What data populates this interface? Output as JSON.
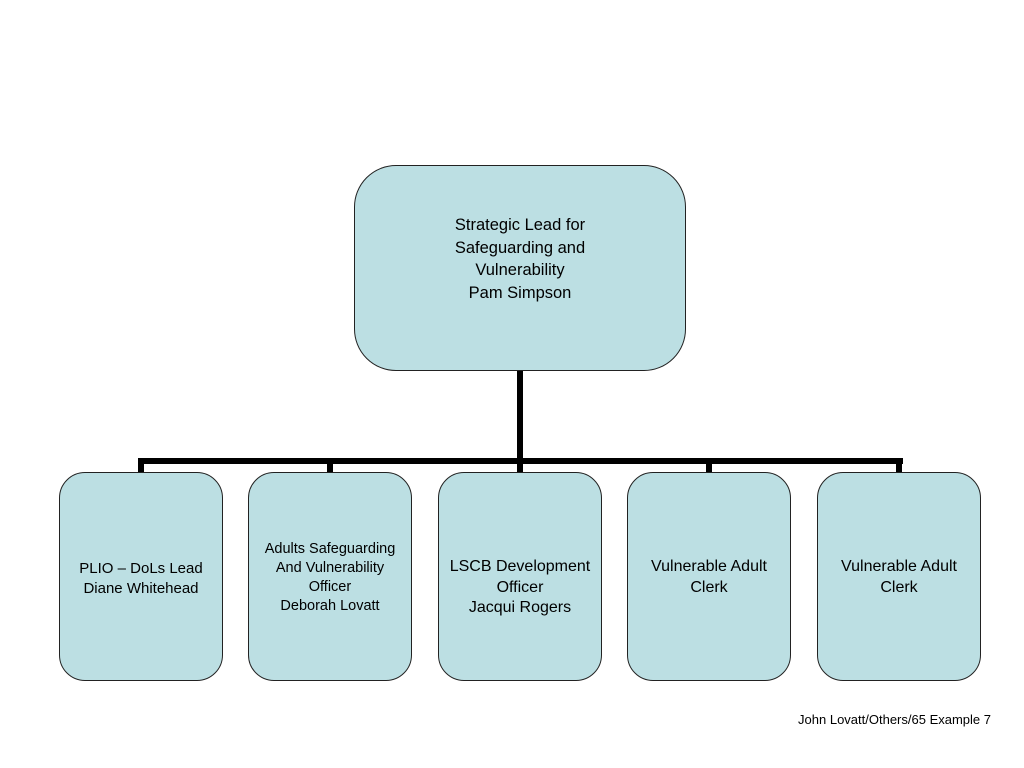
{
  "chart": {
    "root": {
      "label": "Strategic Lead for\nSafeguarding and\nVulnerability\nPam Simpson"
    },
    "children": [
      {
        "label": "PLIO – DoLs Lead\nDiane Whitehead"
      },
      {
        "label": "Adults Safeguarding\nAnd Vulnerability\nOfficer\nDeborah Lovatt"
      },
      {
        "label": "LSCB Development\nOfficer\nJacqui Rogers"
      },
      {
        "label": "Vulnerable Adult\nClerk"
      },
      {
        "label": "Vulnerable Adult\nClerk"
      }
    ]
  },
  "footer": {
    "text": "John Lovatt/Others/65 Example 7"
  },
  "colors": {
    "box_fill": "#bcdfe3",
    "box_border": "#222222",
    "connector": "#000000"
  }
}
